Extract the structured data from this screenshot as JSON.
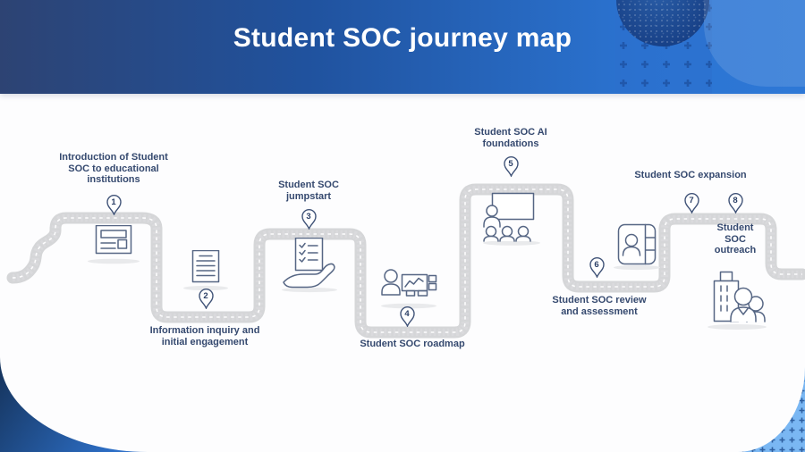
{
  "header": {
    "title": "Student SOC journey map"
  },
  "journey": {
    "steps": [
      {
        "number": "1",
        "label": "Introduction of Student SOC to educational institutions",
        "lines": [
          "Introduction of Student",
          "SOC to educational",
          "institutions"
        ],
        "icon": "announcement-card-icon"
      },
      {
        "number": "2",
        "label": "Information inquiry and initial engagement",
        "lines": [
          "Information inquiry and",
          "initial engagement"
        ],
        "icon": "document-icon"
      },
      {
        "number": "3",
        "label": "Student SOC jumpstart",
        "lines": [
          "Student SOC",
          "jumpstart"
        ],
        "icon": "hand-checklist-icon"
      },
      {
        "number": "4",
        "label": "Student SOC roadmap",
        "lines": [
          "Student SOC roadmap"
        ],
        "icon": "person-chart-icon"
      },
      {
        "number": "5",
        "label": "Student SOC AI foundations",
        "lines": [
          "Student SOC AI",
          "foundations"
        ],
        "icon": "classroom-icon"
      },
      {
        "number": "6",
        "label": "Student SOC review and assessment",
        "lines": [
          "Student SOC review",
          "and assessment"
        ],
        "icon": "contact-book-icon"
      },
      {
        "number": "7",
        "label": "Student SOC expansion",
        "lines": [
          "Student SOC expansion"
        ],
        "icon": null
      },
      {
        "number": "8",
        "label": "Student SOC outreach",
        "lines": [
          "Student",
          "SOC",
          "outreach"
        ],
        "icon": "building-people-icon"
      }
    ]
  },
  "colors": {
    "header_gradient_left": "#2d4373",
    "header_gradient_right": "#2e78d6",
    "title_text": "#ffffff",
    "label_text": "#35496f",
    "icon_stroke": "#566684",
    "road_gray": "#d5d6d8",
    "pin_border": "#3f5277",
    "corner_light_blue": "#7ab7f3",
    "plus_sign_blue": "#1c4f9e"
  }
}
